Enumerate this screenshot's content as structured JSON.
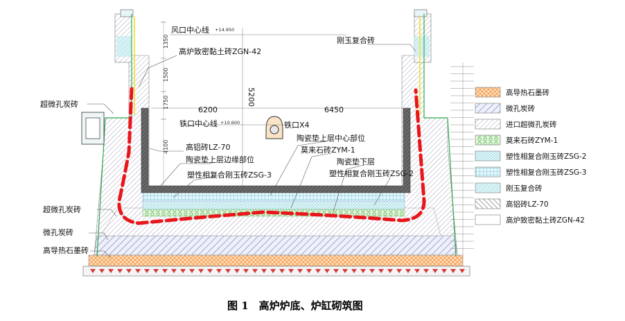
{
  "caption": "图 1　高炉炉底、炉缸砌筑图",
  "labels": {
    "tuyere_centerline": "风口中心线",
    "tuyere_elev": "+14.950",
    "taphole_centerline": "铁口中心线",
    "taphole_elev": "+10.600",
    "taphole": "铁口X4",
    "clay_brick": "高炉致密黏土砖ZGN-42",
    "corundum_composite": "刚玉复合砖",
    "super_micro_carbon_left": "超微孔炭砖",
    "super_micro_carbon_low": "超微孔炭砖",
    "micro_carbon": "微孔炭砖",
    "graphite": "高导热石墨砖",
    "high_alumina": "高铝砖LZ-70",
    "ceramic_upper_edge": "陶瓷垫上层边缘部位",
    "zsg3": "塑性相复合刚玉砖ZSG-3",
    "ceramic_upper_center": "陶瓷垫上层中心部位",
    "mullite": "莫来石砖ZYM-1",
    "ceramic_lower": "陶瓷垫下层",
    "zsg2": "塑性相复合刚玉砖ZSG-2"
  },
  "dimensions": {
    "height": "5200",
    "radius_left": "6200",
    "radius_right": "6450",
    "left_col": [
      "1350",
      "1500",
      "1750",
      "4100"
    ]
  },
  "legend": [
    {
      "label": "高导热石墨砖",
      "pattern": "p-graphite"
    },
    {
      "label": "微孔炭砖",
      "pattern": "p-micro"
    },
    {
      "label": "进口超微孔炭砖",
      "pattern": "p-super"
    },
    {
      "label": "莫来石砖ZYM-1",
      "pattern": "p-mullite"
    },
    {
      "label": "塑性相复合刚玉砖ZSG-2",
      "pattern": "p-zsg2"
    },
    {
      "label": "塑性相复合刚玉砖ZSG-3",
      "pattern": "p-zsg3"
    },
    {
      "label": "刚玉复合砖",
      "pattern": "p-corundum"
    },
    {
      "label": "高铝砖LZ-70",
      "pattern": "p-alumina"
    },
    {
      "label": "高炉致密黏土砖ZGN-42",
      "pattern": "p-clay"
    }
  ],
  "colors": {
    "graphite": "#f5a15a",
    "erosion_line": "#e8161b",
    "shell_line": "#2fa84f",
    "cooling_line": "#f2e35a",
    "dark_brick": "#555555"
  }
}
